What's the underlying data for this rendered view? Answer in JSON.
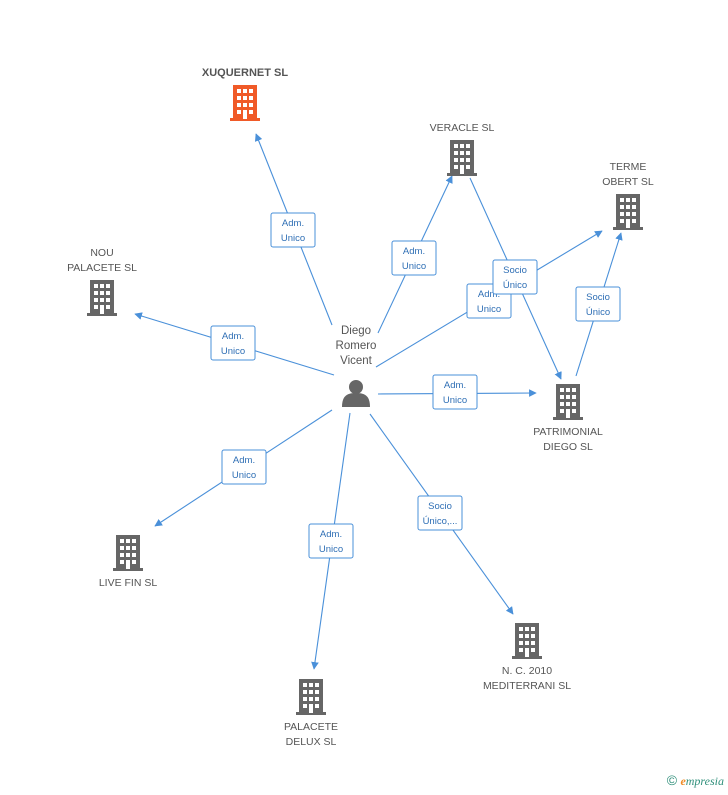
{
  "diagram": {
    "person": {
      "name_lines": [
        "Diego",
        "Romero",
        "Vicent"
      ],
      "icon": "person-icon",
      "color": "#666666"
    },
    "nodes": [
      {
        "id": "xuquernet",
        "label_lines": [
          "XUQUERNET SL"
        ],
        "main": true,
        "color": "#f05a28",
        "icon": "building-icon"
      },
      {
        "id": "veracle",
        "label_lines": [
          "VERACLE SL"
        ],
        "color": "#666666",
        "icon": "building-icon"
      },
      {
        "id": "terme",
        "label_lines": [
          "TERME",
          "OBERT SL"
        ],
        "color": "#666666",
        "icon": "building-icon"
      },
      {
        "id": "nou",
        "label_lines": [
          "NOU",
          "PALACETE SL"
        ],
        "color": "#666666",
        "icon": "building-icon"
      },
      {
        "id": "patrimonial",
        "label_lines": [
          "PATRIMONIAL",
          "DIEGO SL"
        ],
        "color": "#666666",
        "icon": "building-icon"
      },
      {
        "id": "livefin",
        "label_lines": [
          "LIVE FIN SL"
        ],
        "color": "#666666",
        "icon": "building-icon"
      },
      {
        "id": "nc2010",
        "label_lines": [
          "N.  C. 2010",
          "MEDITERRANI SL"
        ],
        "color": "#666666",
        "icon": "building-icon"
      },
      {
        "id": "palacete",
        "label_lines": [
          "PALACETE",
          "DELUX SL"
        ],
        "color": "#666666",
        "icon": "building-icon"
      }
    ],
    "edges": [
      {
        "from": "person",
        "to": "xuquernet",
        "label_lines": [
          "Adm.",
          "Unico"
        ]
      },
      {
        "from": "person",
        "to": "veracle",
        "label_lines": [
          "Adm.",
          "Unico"
        ]
      },
      {
        "from": "person",
        "to": "terme",
        "label_lines": [
          "Adm.",
          "Unico"
        ]
      },
      {
        "from": "person",
        "to": "nou",
        "label_lines": [
          "Adm.",
          "Unico"
        ]
      },
      {
        "from": "person",
        "to": "patrimonial",
        "label_lines": [
          "Adm.",
          "Unico"
        ]
      },
      {
        "from": "person",
        "to": "livefin",
        "label_lines": [
          "Adm.",
          "Unico"
        ]
      },
      {
        "from": "person",
        "to": "palacete",
        "label_lines": [
          "Adm.",
          "Unico"
        ]
      },
      {
        "from": "person",
        "to": "nc2010",
        "label_lines": [
          "Socio",
          "Único,..."
        ]
      },
      {
        "from": "veracle",
        "to": "patrimonial",
        "label_lines": [
          "Socio",
          "Único"
        ]
      },
      {
        "from": "patrimonial",
        "to": "terme",
        "label_lines": [
          "Socio",
          "Único"
        ]
      }
    ],
    "colors": {
      "edge": "#4a90d9",
      "edge_label": "#2f6fb5",
      "main_node": "#f05a28",
      "node": "#666666"
    }
  },
  "footer": {
    "copyright_symbol": "©",
    "brand_initial": "e",
    "brand_rest": "mpresia"
  }
}
